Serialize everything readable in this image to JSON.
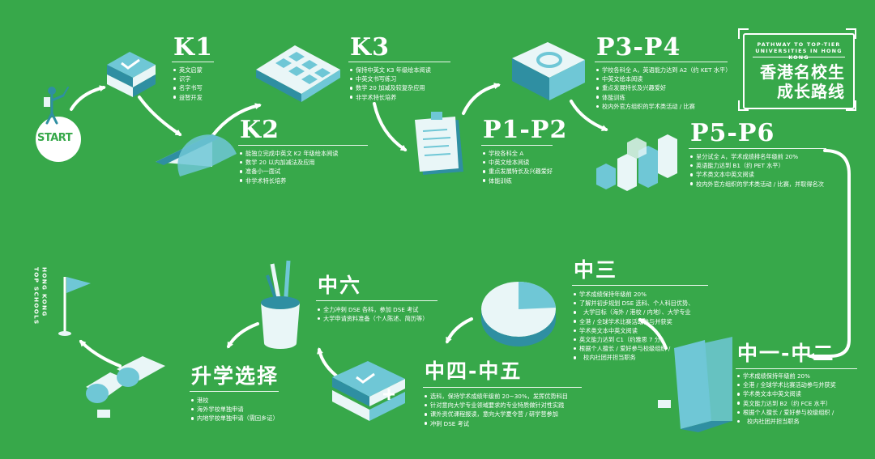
{
  "colors": {
    "background": "#37a84a",
    "accent": "#6fc7d6",
    "icon_light": "#e9f6f7",
    "icon_dark": "#2f8fa2",
    "text": "#ffffff"
  },
  "branding": {
    "tagline_en": [
      "PATHWAY TO TOP-TIER",
      "UNIVERSITIES IN HONG KONG"
    ],
    "title_cn": [
      "香港名校生",
      "成长路线"
    ]
  },
  "start_label": "START",
  "goal_label": [
    "HONG KONG",
    "TOP SCHOOLS"
  ],
  "stages": [
    {
      "id": "k1",
      "title": "K1",
      "items": [
        "英文启蒙",
        "识字",
        "名字书写",
        "益智开发"
      ]
    },
    {
      "id": "k2",
      "title": "K2",
      "items": [
        "能独立完成中英文 K2 年级绘本阅读",
        "数学 20 以内加减法及应用",
        "准备小一面试",
        "非学术特长培养"
      ]
    },
    {
      "id": "k3",
      "title": "K3",
      "items": [
        "保持中英文 K3 年级绘本阅读",
        "中英文书写练习",
        "数学 20 加减及较复杂应用",
        "非学术特长培养"
      ]
    },
    {
      "id": "p1p2",
      "title": "P1-P2",
      "items": [
        "学校各科全 A",
        "中英文绘本阅读",
        "重点发展特长及兴趣爱好",
        "体能训练"
      ]
    },
    {
      "id": "p3p4",
      "title": "P3-P4",
      "items": [
        "学校各科全 A，英语能力达到 A2（约 KET 水平）",
        "中英文绘本阅读",
        "重点发展特长及兴趣爱好",
        "体能训练",
        "校内外官方组织的学术类活动 / 比赛"
      ]
    },
    {
      "id": "p5p6",
      "title": "P5-P6",
      "items": [
        "呈分试全 A，学术成绩排名年级前 20%",
        "英语能力达到 B1（约 PET 水平）",
        "学术类文本中英文阅读",
        "校内外官方组织的学术类活动 / 比赛，并取得名次"
      ]
    },
    {
      "id": "s1s2",
      "title": "中一-中二",
      "items": [
        "学术成绩保持年级前 20%",
        "全港 / 全球学术比赛活动参与并获奖",
        "学术类文本中英文阅读",
        "英文能力达到 B2（约 FCE 水平）",
        "根据个人擅长 / 爱好参与校级组织 /",
        "校内社团并担当职务"
      ]
    },
    {
      "id": "s3",
      "title": "中三",
      "items": [
        "学术成绩保持年级前 20%",
        "了解并初步规划 DSE 选科、个人科目优势、",
        "大学目标（海外 / 港校 / 内地）、大学专业",
        "全港 / 全球学术比赛活动参与并获奖",
        "学术类文本中英文阅读",
        "英文能力达到 C1（约雅思 7 分）",
        "根据个人擅长 / 爱好参与校级组织 /",
        "校内社团并担当职务"
      ]
    },
    {
      "id": "s4s5",
      "title": "中四-中五",
      "items": [
        "选科，保持学术成绩年级前 20~30%，发挥优势科目",
        "针对意向大学专业领域要求的专业特质做针对性实践",
        "课外资优课程报读，意向大学夏令营 / 研学营参加",
        "冲刺 DSE 考试"
      ]
    },
    {
      "id": "s6",
      "title": "中六",
      "items": [
        "全力冲刺 DSE 各科，参加 DSE 考试",
        "大学申请资料准备（个人陈述、简历等）"
      ]
    },
    {
      "id": "uni",
      "title": "升学选择",
      "items": [
        "港校",
        "海外学校单独申请",
        "内地学校单独申请（需回乡证）"
      ]
    }
  ]
}
